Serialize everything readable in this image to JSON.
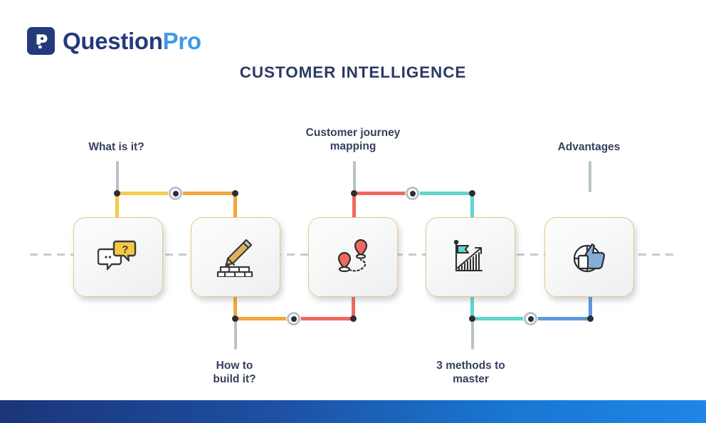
{
  "brand": {
    "logo_mark_icon": "questionpro-p-question-icon",
    "name_first": "Question",
    "name_second": "Pro",
    "mark_color": "#243a7a",
    "accent_color": "#3c9ae8"
  },
  "header": {
    "title": "CUSTOMER INTELLIGENCE",
    "title_color": "#2b3a63"
  },
  "timeline": {
    "axis_style": "dashed",
    "axis_color": "#c3ccd2",
    "steps": [
      {
        "label": "What is it?",
        "position": "above",
        "icon": "chat-question-bubble-icon",
        "accent_color": "#f3c940",
        "card_border_color": "#e7c88a"
      },
      {
        "label": "How to\nbuild it?",
        "position": "below",
        "icon": "pencil-bricks-icon",
        "accent_color": "#f2a93b",
        "card_border_color": "#e7c88a"
      },
      {
        "label": "Customer journey\nmapping",
        "position": "above",
        "icon": "map-pins-route-icon",
        "accent_color": "#f2685f",
        "card_border_color": "#e7c88a"
      },
      {
        "label": "3 methods to\nmaster",
        "position": "below",
        "icon": "flag-growth-chart-icon",
        "accent_color": "#5fd6cd",
        "card_border_color": "#e7c88a"
      },
      {
        "label": "Advantages",
        "position": "above",
        "icon": "thumbs-up-pie-icon",
        "accent_color": "#5b9bd8",
        "card_border_color": "#e7c88a"
      }
    ],
    "connectors": [
      {
        "side": "top",
        "from_color": "#f3cc4a",
        "to_color": "#f2a93b"
      },
      {
        "side": "bottom",
        "from_color": "#f2a93b",
        "to_color": "#f2685f"
      },
      {
        "side": "top",
        "from_color": "#f2685f",
        "to_color": "#5fd6cd"
      },
      {
        "side": "bottom",
        "from_color": "#5fd6cd",
        "to_color": "#5b9bd8"
      }
    ],
    "node_icon": "junction-node-icon",
    "stem_color": "#b9c3c6",
    "dot_color": "#2d2d34"
  },
  "footer": {
    "bar_gradient_start": "#1b3579",
    "bar_gradient_end": "#1e86e8"
  }
}
